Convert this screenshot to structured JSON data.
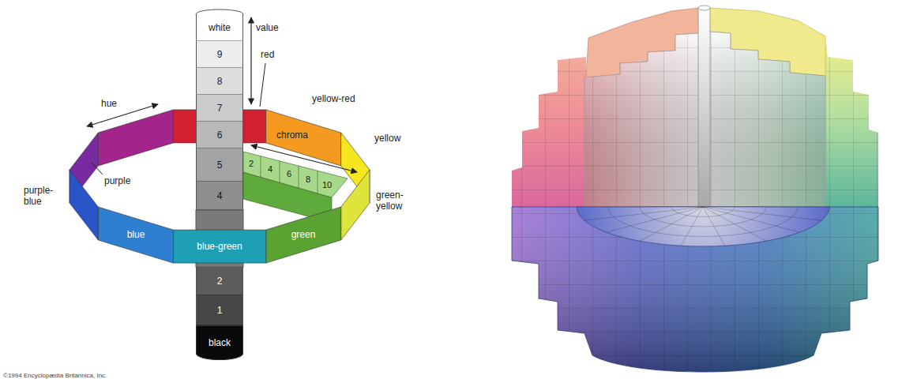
{
  "diagram": {
    "nodes": [
      {
        "text": [
          "white"
        ]
      },
      {
        "text": [
          "9"
        ]
      },
      {
        "text": [
          "8"
        ]
      },
      {
        "text": [
          "7"
        ]
      },
      {
        "text": [
          "6"
        ]
      },
      {
        "text": [
          "5"
        ]
      },
      {
        "text": [
          "4"
        ]
      },
      {
        "text": [
          "2"
        ]
      },
      {
        "text": [
          "1"
        ]
      },
      {
        "text": [
          "black"
        ]
      }
    ],
    "labels": [
      "value",
      "red",
      "hue",
      "yellow-red",
      "yellow",
      "chroma",
      "2",
      "4",
      "6",
      "8",
      "10",
      "purple",
      "purple-blue",
      "green-yellow",
      "blue",
      "blue-green",
      "green",
      "©1994 Encyclopædia Britannica, Inc."
    ]
  }
}
